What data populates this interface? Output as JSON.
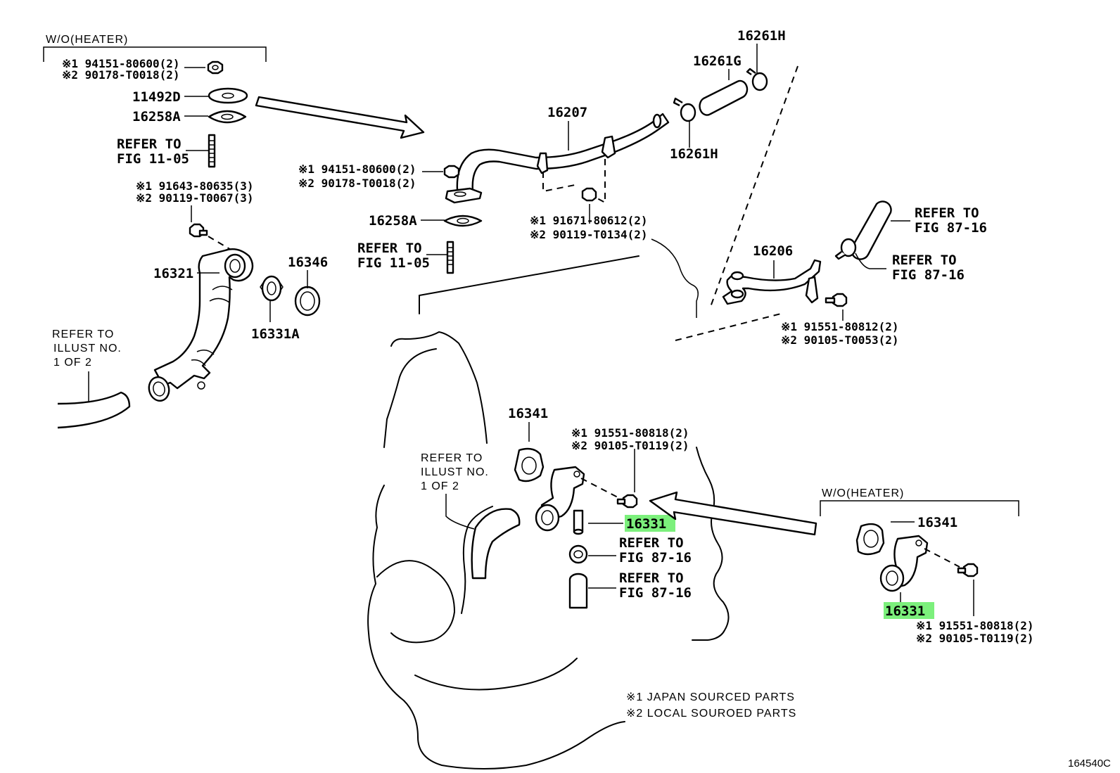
{
  "diagram_id": "164540C",
  "groups": {
    "top_left": "W/O(HEATER)",
    "bottom_right": "W/O(HEATER)"
  },
  "labels": {
    "n1a": "※1 94151-80600(2)",
    "n1b": "※2 90178-T0018(2)",
    "p11492d": "11492D",
    "p16258a_tl": "16258A",
    "ref_tl_1": "REFER TO",
    "ref_tl_2": "FIG 11-05",
    "n2a": "※1 91643-80635(3)",
    "n2b": "※2 90119-T0067(3)",
    "p16321": "16321",
    "p16346": "16346",
    "p16331a": "16331A",
    "ref_il_1": "REFER TO",
    "ref_il_2": "ILLUST NO.",
    "ref_il_3": "1 OF 2",
    "p16207": "16207",
    "n3a": "※1 94151-80600(2)",
    "n3b": "※2 90178-T0018(2)",
    "p16258a_c": "16258A",
    "ref_c_1": "REFER TO",
    "ref_c_2": "FIG 11-05",
    "n4a": "※1 91671-80612(2)",
    "n4b": "※2 90119-T0134(2)",
    "p16261h_top": "16261H",
    "p16261g": "16261G",
    "p16261h_mid": "16261H",
    "p16206": "16206",
    "ref_r1_1": "REFER TO",
    "ref_r1_2": "FIG 87-16",
    "ref_r2_1": "REFER TO",
    "ref_r2_2": "FIG 87-16",
    "n5a": "※1 91551-80812(2)",
    "n5b": "※2 90105-T0053(2)",
    "p16341_c": "16341",
    "n6a": "※1 91551-80818(2)",
    "n6b": "※2 90105-T0119(2)",
    "ref_il2_1": "REFER TO",
    "ref_il2_2": "ILLUST NO.",
    "ref_il2_3": "1 OF 2",
    "p16331_c": "16331",
    "ref_m1_1": "REFER TO",
    "ref_m1_2": "FIG 87-16",
    "ref_m2_1": "REFER TO",
    "ref_m2_2": "FIG 87-16",
    "p16341_r": "16341",
    "p16331_r": "16331",
    "n7a": "※1 91551-80818(2)",
    "n7b": "※2 90105-T0119(2)"
  },
  "notes": {
    "note1": "※1 JAPAN SOURCED PARTS",
    "note2": "※2 LOCAL SOUROED PARTS"
  },
  "colors": {
    "highlight": "#7cf07c",
    "line": "#000000",
    "background": "#ffffff"
  }
}
